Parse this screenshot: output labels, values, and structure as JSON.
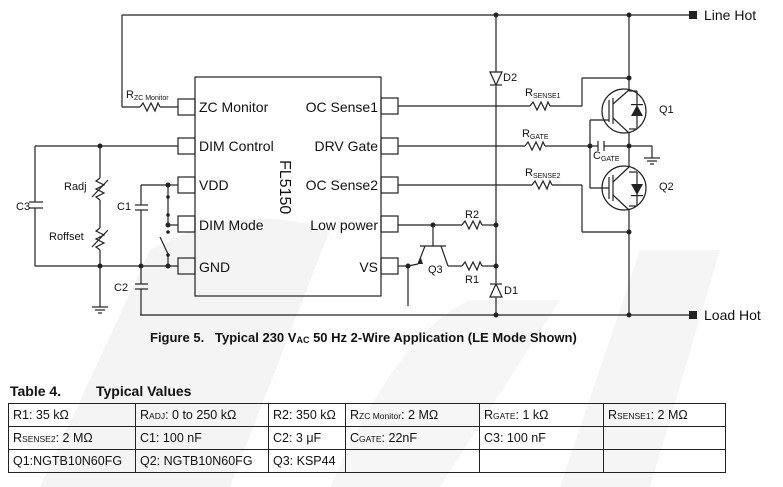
{
  "schematic": {
    "ic": {
      "name": "FL5150",
      "left_pins": [
        "ZC Monitor",
        "DIM Control",
        "VDD",
        "DIM Mode",
        "GND"
      ],
      "right_pins": [
        "OC Sense1",
        "DRV Gate",
        "OC Sense2",
        "Low power",
        "VS"
      ]
    },
    "terminals": {
      "line": "Line Hot",
      "load": "Load Hot"
    },
    "labels": {
      "rzc": {
        "main": "R",
        "sub": "ZC Monitor"
      },
      "rsense1": {
        "main": "R",
        "sub": "SENSE1"
      },
      "rgate": {
        "main": "R",
        "sub": "GATE"
      },
      "rsense2": {
        "main": "R",
        "sub": "SENSE2"
      },
      "cgate": {
        "main": "C",
        "sub": "GATE"
      },
      "d1": "D1",
      "d2": "D2",
      "q1": "Q1",
      "q2": "Q2",
      "q3": "Q3",
      "r1": "R1",
      "r2": "R2",
      "c1": "C1",
      "c2": "C2",
      "c3": "C3",
      "radj": "Radj",
      "roffset": "Roffset"
    }
  },
  "figure": {
    "number": "Figure 5.",
    "title_pre": "Typical 230 V",
    "title_sub": "AC",
    "title_post": " 50 Hz 2-Wire Application (LE Mode Shown)"
  },
  "table": {
    "number": "Table 4.",
    "title": "Typical Values",
    "rows": [
      [
        {
          "main": "R1: 35 kΩ",
          "sub": "",
          "rest": ""
        },
        {
          "main": "R",
          "sub": "ADJ",
          "rest": ":  0 to 250 kΩ"
        },
        {
          "main": "R2: 350 kΩ",
          "sub": "",
          "rest": ""
        },
        {
          "main": "R",
          "sub": "ZC Monitor",
          "rest": ": 2 MΩ"
        },
        {
          "main": "R",
          "sub": "GATE",
          "rest": ": 1 kΩ"
        },
        {
          "main": "R",
          "sub": "SENSE1",
          "rest": ": 2 MΩ"
        }
      ],
      [
        {
          "main": "R",
          "sub": "SENSE2",
          "rest": ": 2 MΩ"
        },
        {
          "main": "C1: 100 nF",
          "sub": "",
          "rest": ""
        },
        {
          "main": "C2: 3 μF",
          "sub": "",
          "rest": ""
        },
        {
          "main": "C",
          "sub": "GATE",
          "rest": ": 22nF"
        },
        {
          "main": "C3: 100 nF",
          "sub": "",
          "rest": ""
        },
        {
          "main": "",
          "sub": "",
          "rest": ""
        }
      ],
      [
        {
          "main": "Q1:NGTB10N60FG",
          "sub": "",
          "rest": ""
        },
        {
          "main": "Q2: NGTB10N60FG",
          "sub": "",
          "rest": ""
        },
        {
          "main": "Q3: KSP44",
          "sub": "",
          "rest": ""
        },
        {
          "main": "",
          "sub": "",
          "rest": ""
        },
        {
          "main": "",
          "sub": "",
          "rest": ""
        },
        {
          "main": "",
          "sub": "",
          "rest": ""
        }
      ]
    ]
  }
}
